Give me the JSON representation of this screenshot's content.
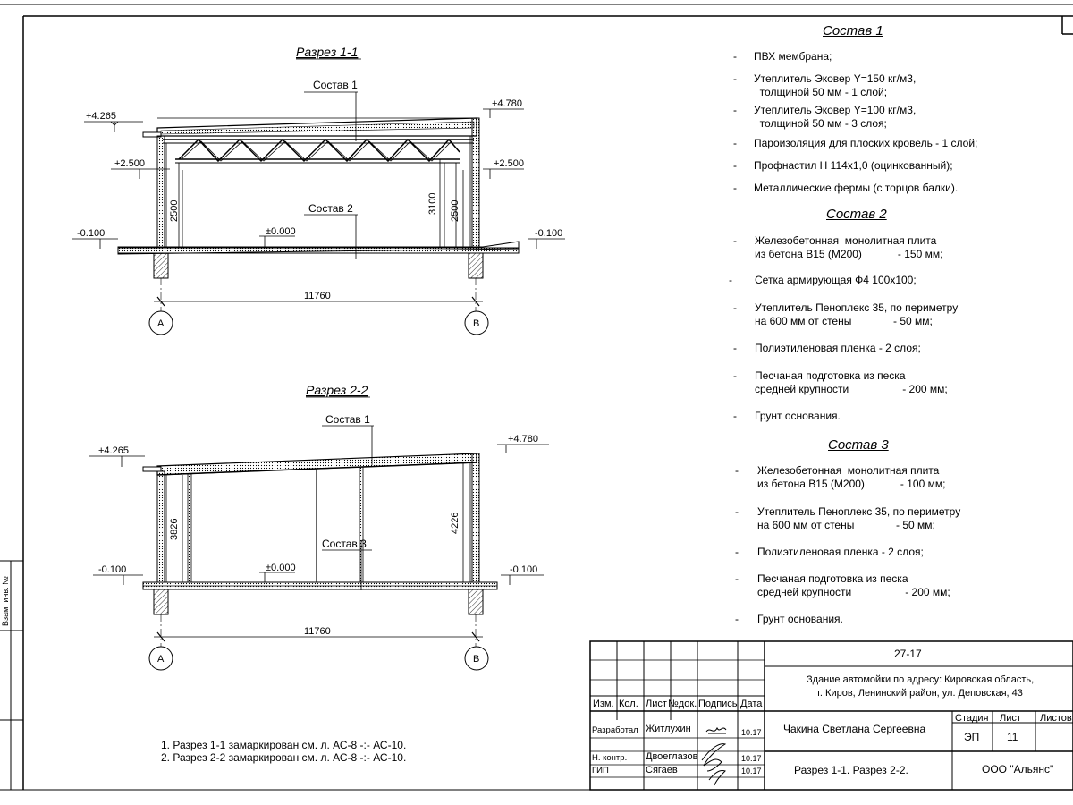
{
  "section1": {
    "title": "Разрез 1-1",
    "sostav1": "Состав 1",
    "sostav2": "Состав 2",
    "levels": {
      "top_left": "+4.265",
      "top_right": "+4.780",
      "mid_left": "+2.500",
      "mid_right": "+2.500",
      "zero": "±0.000",
      "ground_left": "-0.100",
      "ground_right": "-0.100"
    },
    "dims": {
      "h_left": "2500",
      "h_mid": "3100",
      "h_right": "2500",
      "span": "11760"
    },
    "axes": [
      "A",
      "B"
    ]
  },
  "section2": {
    "title": "Разрез 2-2",
    "sostav1": "Состав 1",
    "sostav3": "Состав 3",
    "levels": {
      "top_left": "+4.265",
      "top_right": "+4.780",
      "zero": "±0.000",
      "ground_left": "-0.100",
      "ground_right": "-0.100"
    },
    "dims": {
      "h_left": "3826",
      "h_right": "4226",
      "span": "11760"
    },
    "axes": [
      "A",
      "B"
    ]
  },
  "spec": {
    "sostav1": {
      "title": "Состав 1",
      "items": [
        "ПВХ мембрана;",
        "Утеплитель Эковер Y=150 кг/м3,\n  толщиной 50 мм - 1 слой;",
        "Утеплитель Эковер Y=100 кг/м3,\n  толщиной 50 мм - 3 слоя;",
        "Пароизоляция для плоских кровель - 1 слой;",
        "Профнастил Н 114х1,0 (оцинкованный);",
        "Металлические фермы (с торцов балки)."
      ]
    },
    "sostav2": {
      "title": "Состав 2",
      "items": [
        "Железобетонная  монолитная плита\nиз бетона В15 (М200)            - 150 мм;",
        "Сетка армирующая Ф4 100х100;",
        "Утеплитель Пеноплекс 35, по периметру\nна 600 мм от стены              - 50 мм;",
        "Полиэтиленовая пленка - 2 слоя;",
        "Песчаная подготовка из песка\nсредней крупности                  - 200 мм;",
        "Грунт основания."
      ]
    },
    "sostav3": {
      "title": "Состав 3",
      "items": [
        "Железобетонная  монолитная плита\nиз бетона В15 (М200)            - 100 мм;",
        "Утеплитель Пеноплекс 35, по периметру\nна 600 мм от стены              - 50 мм;",
        "Полиэтиленовая пленка - 2 слоя;",
        "Песчаная подготовка из песка\nсредней крупности                  - 200 мм;",
        "Грунт основания."
      ]
    }
  },
  "notes": [
    "1. Разрез 1-1 замаркирован см. л. АС-8 -:- АС-10.",
    "2. Разрез 2-2 замаркирован см. л. АС-8 -:- АС-10."
  ],
  "title_block": {
    "code": "27-17",
    "project": "Здание автомойки по адресу: Кировская область,\nг. Киров, Ленинский район, ул. Деповская, 43",
    "headers": {
      "izm": "Изм.",
      "kol": "Кол.",
      "list": "Лист",
      "ndok": "№док.",
      "podpis": "Подпись",
      "data": "Дата"
    },
    "rows": [
      {
        "role": "Разработал",
        "name": "Житлухин",
        "date": "10.17"
      },
      {
        "role": "Н. контр.",
        "name": "Двоеглазов",
        "date": "10.17"
      },
      {
        "role": "ГИП",
        "name": "Сягаев",
        "date": "10.17"
      }
    ],
    "author": "Чакина Светлана Сергеевна",
    "sheet_title": "Разрез 1-1. Разрез 2-2.",
    "stage_label": "Стадия",
    "sheet_label": "Лист",
    "sheets_label": "Листов",
    "stage": "ЭП",
    "sheet": "11",
    "company": "ООО \"Альянс\""
  },
  "side_stamp": {
    "label": "Взам. инв. №"
  }
}
